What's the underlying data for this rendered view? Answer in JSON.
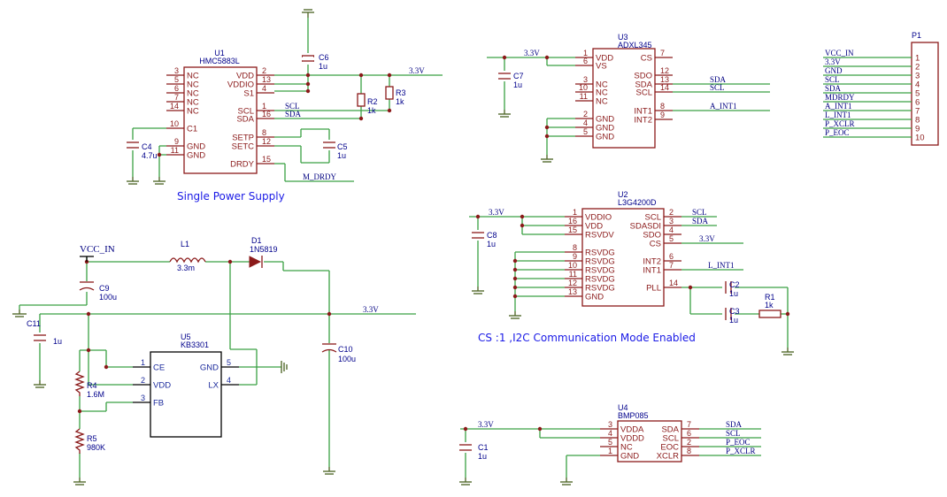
{
  "notes": {
    "power": "Single Power Supply",
    "mode": "CS :1 ,I2C Communication Mode Enabled"
  },
  "u1": {
    "ref": "U1",
    "name": "HMC5883L",
    "left_pins": [
      {
        "num": "3",
        "name": "NC"
      },
      {
        "num": "5",
        "name": "NC"
      },
      {
        "num": "6",
        "name": "NC"
      },
      {
        "num": "7",
        "name": "NC"
      },
      {
        "num": "14",
        "name": "NC"
      },
      {
        "num": "10",
        "name": "C1"
      },
      {
        "num": "9",
        "name": "GND"
      },
      {
        "num": "11",
        "name": "GND"
      }
    ],
    "right_pins": [
      {
        "num": "2",
        "name": "VDD"
      },
      {
        "num": "13",
        "name": "VDDIO"
      },
      {
        "num": "4",
        "name": "S1"
      },
      {
        "num": "1",
        "name": "SCL"
      },
      {
        "num": "16",
        "name": "SDA"
      },
      {
        "num": "8",
        "name": "SETP"
      },
      {
        "num": "12",
        "name": "SETC"
      },
      {
        "num": "15",
        "name": "DRDY"
      }
    ]
  },
  "u3": {
    "ref": "U3",
    "name": "ADXL345",
    "left_pins": [
      {
        "num": "1",
        "name": "VDD"
      },
      {
        "num": "6",
        "name": "VS"
      },
      {
        "num": "3",
        "name": "NC"
      },
      {
        "num": "10",
        "name": "NC"
      },
      {
        "num": "11",
        "name": "NC"
      },
      {
        "num": "2",
        "name": "GND"
      },
      {
        "num": "4",
        "name": "GND"
      },
      {
        "num": "5",
        "name": "GND"
      }
    ],
    "right_pins": [
      {
        "num": "7",
        "name": "CS"
      },
      {
        "num": "12",
        "name": "SDO"
      },
      {
        "num": "13",
        "name": "SDA"
      },
      {
        "num": "14",
        "name": "SCL"
      },
      {
        "num": "8",
        "name": "INT1"
      },
      {
        "num": "9",
        "name": "INT2"
      }
    ]
  },
  "u2": {
    "ref": "U2",
    "name": "L3G4200D",
    "left_pins": [
      {
        "num": "1",
        "name": "VDDIO"
      },
      {
        "num": "16",
        "name": "VDD"
      },
      {
        "num": "15",
        "name": "RSVDV"
      },
      {
        "num": "8",
        "name": "RSVDG"
      },
      {
        "num": "9",
        "name": "RSVDG"
      },
      {
        "num": "10",
        "name": "RSVDG"
      },
      {
        "num": "11",
        "name": "RSVDG"
      },
      {
        "num": "12",
        "name": "RSVDG"
      },
      {
        "num": "13",
        "name": "GND"
      }
    ],
    "right_pins": [
      {
        "num": "2",
        "name": "SCL"
      },
      {
        "num": "3",
        "name": "SDASDI"
      },
      {
        "num": "4",
        "name": "SDO"
      },
      {
        "num": "5",
        "name": "CS"
      },
      {
        "num": "6",
        "name": "INT2"
      },
      {
        "num": "7",
        "name": "INT1"
      },
      {
        "num": "14",
        "name": "PLL"
      }
    ]
  },
  "u4": {
    "ref": "U4",
    "name": "BMP085",
    "left_pins": [
      {
        "num": "3",
        "name": "VDDA"
      },
      {
        "num": "4",
        "name": "VDDD"
      },
      {
        "num": "5",
        "name": "NC"
      },
      {
        "num": "1",
        "name": "GND"
      }
    ],
    "right_pins": [
      {
        "num": "7",
        "name": "SDA"
      },
      {
        "num": "6",
        "name": "SCL"
      },
      {
        "num": "2",
        "name": "EOC"
      },
      {
        "num": "8",
        "name": "XCLR"
      }
    ]
  },
  "u5": {
    "ref": "U5",
    "name": "KB3301",
    "left_pins": [
      {
        "num": "1",
        "name": "CE"
      },
      {
        "num": "2",
        "name": "VDD"
      },
      {
        "num": "3",
        "name": "FB"
      }
    ],
    "right_pins": [
      {
        "num": "5",
        "name": "GND"
      },
      {
        "num": "4",
        "name": "LX"
      }
    ]
  },
  "p1": {
    "ref": "P1",
    "pins": [
      {
        "num": "1",
        "net": "VCC_IN"
      },
      {
        "num": "2",
        "net": "3.3V"
      },
      {
        "num": "3",
        "net": "GND"
      },
      {
        "num": "4",
        "net": "SCL"
      },
      {
        "num": "5",
        "net": "SDA"
      },
      {
        "num": "6",
        "net": "MDRDY"
      },
      {
        "num": "7",
        "net": "A_INT1"
      },
      {
        "num": "8",
        "net": "L_INT1"
      },
      {
        "num": "9",
        "net": "P_XCLR"
      },
      {
        "num": "10",
        "net": "P_EOC"
      }
    ]
  },
  "passives": [
    {
      "ref": "C6",
      "value": "1u"
    },
    {
      "ref": "R2",
      "value": "1k"
    },
    {
      "ref": "R3",
      "value": "1k"
    },
    {
      "ref": "C4",
      "value": "4.7u"
    },
    {
      "ref": "C5",
      "value": "1u"
    },
    {
      "ref": "C7",
      "value": "1u"
    },
    {
      "ref": "C8",
      "value": "1u"
    },
    {
      "ref": "C2",
      "value": "1u"
    },
    {
      "ref": "C3",
      "value": "1u"
    },
    {
      "ref": "R1",
      "value": "1k"
    },
    {
      "ref": "C1",
      "value": "1u"
    },
    {
      "ref": "L1",
      "value": "3.3m"
    },
    {
      "ref": "D1",
      "value": "1N5819"
    },
    {
      "ref": "C9",
      "value": "100u"
    },
    {
      "ref": "C11",
      "value": "1u"
    },
    {
      "ref": "C10",
      "value": "100u"
    },
    {
      "ref": "R4",
      "value": "1.6M"
    },
    {
      "ref": "R5",
      "value": "980K"
    }
  ],
  "nets": {
    "u1_33": "3.3V",
    "u1_scl": "SCL",
    "u1_sda": "SDA",
    "u1_drdy": "M_DRDY",
    "u3_33": "3.3V",
    "u3_sda": "SDA",
    "u3_scl": "SCL",
    "u3_int": "A_INT1",
    "u2_33": "3.3V",
    "u2_scl": "SCL",
    "u2_sda": "SDA",
    "u2_cs": "3.3V",
    "u2_int": "L_INT1",
    "u4_33": "3.3V",
    "u4_sda": "SDA",
    "u4_scl": "SCL",
    "u4_eoc": "P_EOC",
    "u4_xclr": "P_XCLR",
    "pwr_33": "3.3V",
    "vcc_in": "VCC_IN"
  }
}
